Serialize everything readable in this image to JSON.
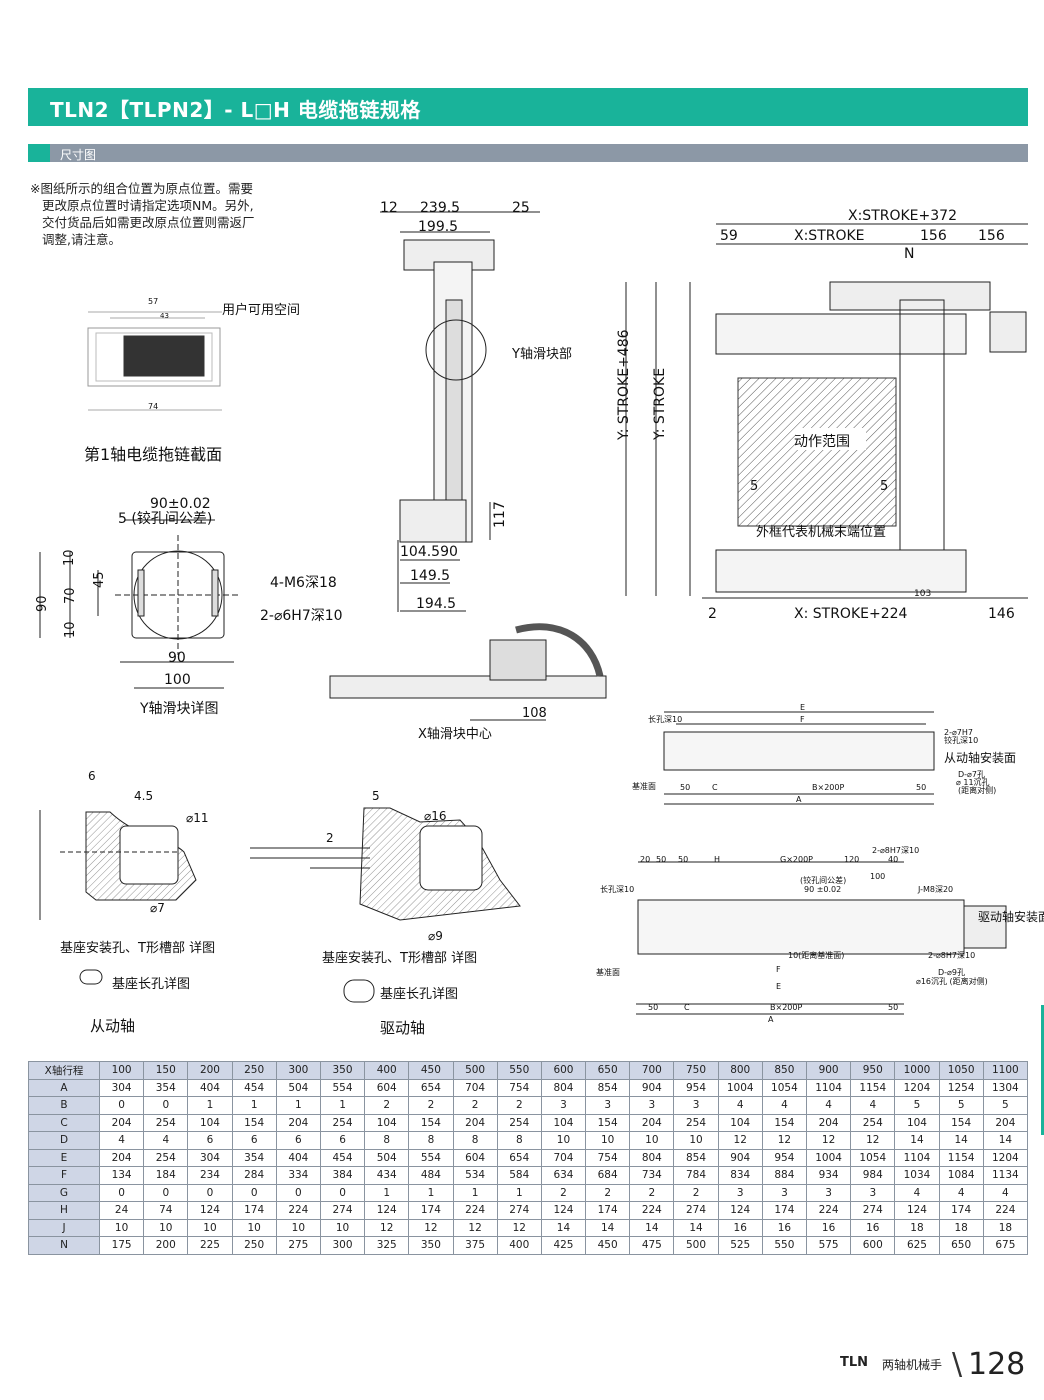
{
  "header": {
    "title": "TLN2【TLPN2】- L□H  电缆拖链规格"
  },
  "section": {
    "title": "尺寸图"
  },
  "note": {
    "lines": [
      "※图纸所示的组合位置为原点位置。需要",
      "更改原点位置时请指定选项NM。另外,",
      "交付货品后如需更改原点位置则需返厂",
      "调整,请注意。"
    ]
  },
  "labels": {
    "chain_section": "第1轴电缆拖链截面",
    "user_space": "用户可用空间",
    "y_block_detail": "Y轴滑块详图",
    "y_block_part": "Y轴滑块部",
    "x_block_center": "X轴滑块中心",
    "motion_range": "动作范围",
    "outer_frame": "外框代表机械末端位置",
    "driven_axis": "从动轴",
    "drive_axis": "驱动轴",
    "base_hole_detail": "基座安装孔、T形槽部 详图",
    "base_slot_detail": "基座长孔详图",
    "driven_mount": "从动轴安装面",
    "drive_mount": "驱动轴安装面",
    "datum": "基准面",
    "long_hole": "长孔深10",
    "m6": "4-M6深18",
    "h7_6": "2-⌀6H7深10",
    "tol_90": "90±0.02",
    "tol_note": "5  (铰孔间公差)",
    "x_stroke_372": "X:STROKE+372",
    "x_stroke": "X:STROKE",
    "x_stroke_224": "X:  STROKE+224",
    "y_stroke_486": "Y:  STROKE+486",
    "y_stroke": "Y:  STROKE",
    "n": "N",
    "pin_7h": "2-⌀7H7",
    "ream10": "铰孔深10",
    "d7": "D-⌀7孔",
    "d11": "⌀ 11沉孔",
    "dist_side": "(距离对侧)",
    "pin_8h": "2-⌀8H7深10",
    "j_m8": "J-M8深20",
    "ream_tol": "(铰孔间公差)",
    "tol_90_b": "90 ±0.02",
    "dist_base": "10(距离基准面)",
    "pin_8h_b": "2-⌀8H7深10",
    "d9": "D-⌀9孔",
    "d16": "⌀16沉孔 (距离对侧)",
    "g200p": "G×200P",
    "b200p": "B×200P"
  },
  "table": {
    "header": [
      "X轴行程",
      "100",
      "150",
      "200",
      "250",
      "300",
      "350",
      "400",
      "450",
      "500",
      "550",
      "600",
      "650",
      "700",
      "750",
      "800",
      "850",
      "900",
      "950",
      "1000",
      "1050",
      "1100"
    ],
    "rows": [
      [
        "A",
        "304",
        "354",
        "404",
        "454",
        "504",
        "554",
        "604",
        "654",
        "704",
        "754",
        "804",
        "854",
        "904",
        "954",
        "1004",
        "1054",
        "1104",
        "1154",
        "1204",
        "1254",
        "1304"
      ],
      [
        "B",
        "0",
        "0",
        "1",
        "1",
        "1",
        "1",
        "2",
        "2",
        "2",
        "2",
        "3",
        "3",
        "3",
        "3",
        "4",
        "4",
        "4",
        "4",
        "5",
        "5",
        "5"
      ],
      [
        "C",
        "204",
        "254",
        "104",
        "154",
        "204",
        "254",
        "104",
        "154",
        "204",
        "254",
        "104",
        "154",
        "204",
        "254",
        "104",
        "154",
        "204",
        "254",
        "104",
        "154",
        "204"
      ],
      [
        "D",
        "4",
        "4",
        "6",
        "6",
        "6",
        "6",
        "8",
        "8",
        "8",
        "8",
        "10",
        "10",
        "10",
        "10",
        "12",
        "12",
        "12",
        "12",
        "14",
        "14",
        "14"
      ],
      [
        "E",
        "204",
        "254",
        "304",
        "354",
        "404",
        "454",
        "504",
        "554",
        "604",
        "654",
        "704",
        "754",
        "804",
        "854",
        "904",
        "954",
        "1004",
        "1054",
        "1104",
        "1154",
        "1204"
      ],
      [
        "F",
        "134",
        "184",
        "234",
        "284",
        "334",
        "384",
        "434",
        "484",
        "534",
        "584",
        "634",
        "684",
        "734",
        "784",
        "834",
        "884",
        "934",
        "984",
        "1034",
        "1084",
        "1134"
      ],
      [
        "G",
        "0",
        "0",
        "0",
        "0",
        "0",
        "0",
        "1",
        "1",
        "1",
        "1",
        "2",
        "2",
        "2",
        "2",
        "3",
        "3",
        "3",
        "3",
        "4",
        "4",
        "4"
      ],
      [
        "H",
        "24",
        "74",
        "124",
        "174",
        "224",
        "274",
        "124",
        "174",
        "224",
        "274",
        "124",
        "174",
        "224",
        "274",
        "124",
        "174",
        "224",
        "274",
        "124",
        "174",
        "224"
      ],
      [
        "J",
        "10",
        "10",
        "10",
        "10",
        "10",
        "10",
        "12",
        "12",
        "12",
        "12",
        "14",
        "14",
        "14",
        "14",
        "16",
        "16",
        "16",
        "16",
        "18",
        "18",
        "18"
      ],
      [
        "N",
        "175",
        "200",
        "225",
        "250",
        "275",
        "300",
        "325",
        "350",
        "375",
        "400",
        "425",
        "450",
        "475",
        "500",
        "525",
        "550",
        "575",
        "600",
        "625",
        "650",
        "675"
      ]
    ]
  },
  "footer": {
    "brand": "TLN",
    "subtitle": "两轴机械手",
    "page": "128"
  },
  "colors": {
    "accent": "#19b39a",
    "bar": "#8c98a6",
    "table_header": "#cfd6e6"
  }
}
